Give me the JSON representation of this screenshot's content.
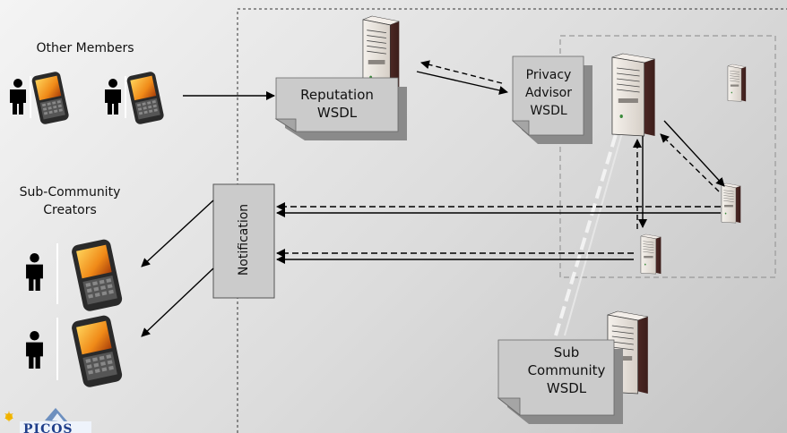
{
  "actors": {
    "other_members": "Other Members",
    "sub_community_creators": "Sub-Community\nCreators"
  },
  "documents": {
    "reputation": "Reputation\nWSDL",
    "privacy_advisor": "Privacy\nAdvisor\nWSDL",
    "sub_community": "Sub\nCommunity\nWSDL"
  },
  "notification": "Notification",
  "logo": "PICOS",
  "colors": {
    "background": "#d9d9d9",
    "doc_fill": "#c8c8c8",
    "doc_fold": "#a8a8a8",
    "server": "#eae5e0",
    "phone_screen": "#f0a020"
  }
}
